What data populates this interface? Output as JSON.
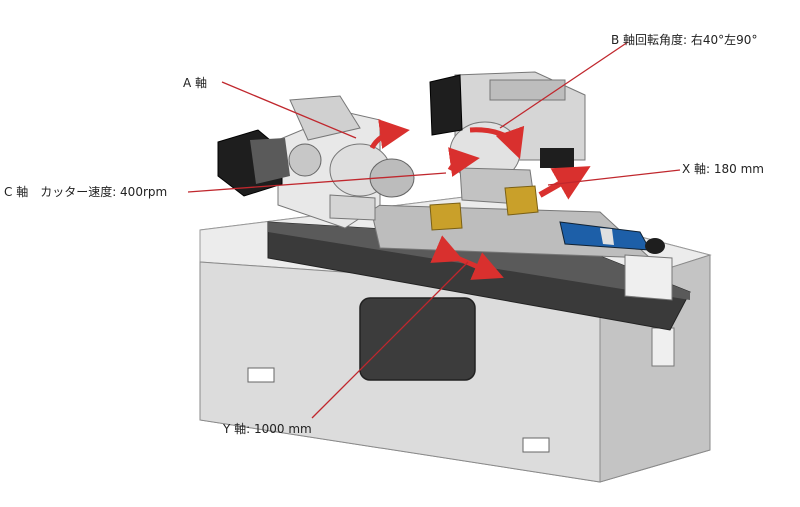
{
  "labels": {
    "a_axis": "A 軸",
    "b_axis": "B 軸回転角度: 右40°左90°",
    "c_axis": "C 軸　カッター速度: 400rpm",
    "x_axis": "X 軸: 180 mm",
    "y_axis": "Y 軸: 1000 mm"
  },
  "colors": {
    "callout_line": "#c0272d",
    "motion_arrow": "#d9302e",
    "body_light": "#e6e6e6",
    "body_mid": "#cfcfcf",
    "body_dark": "#3a3a3a",
    "motor_black": "#1e1e1e",
    "accent_blue": "#1d5fa8",
    "accent_gold": "#c9a02a"
  }
}
